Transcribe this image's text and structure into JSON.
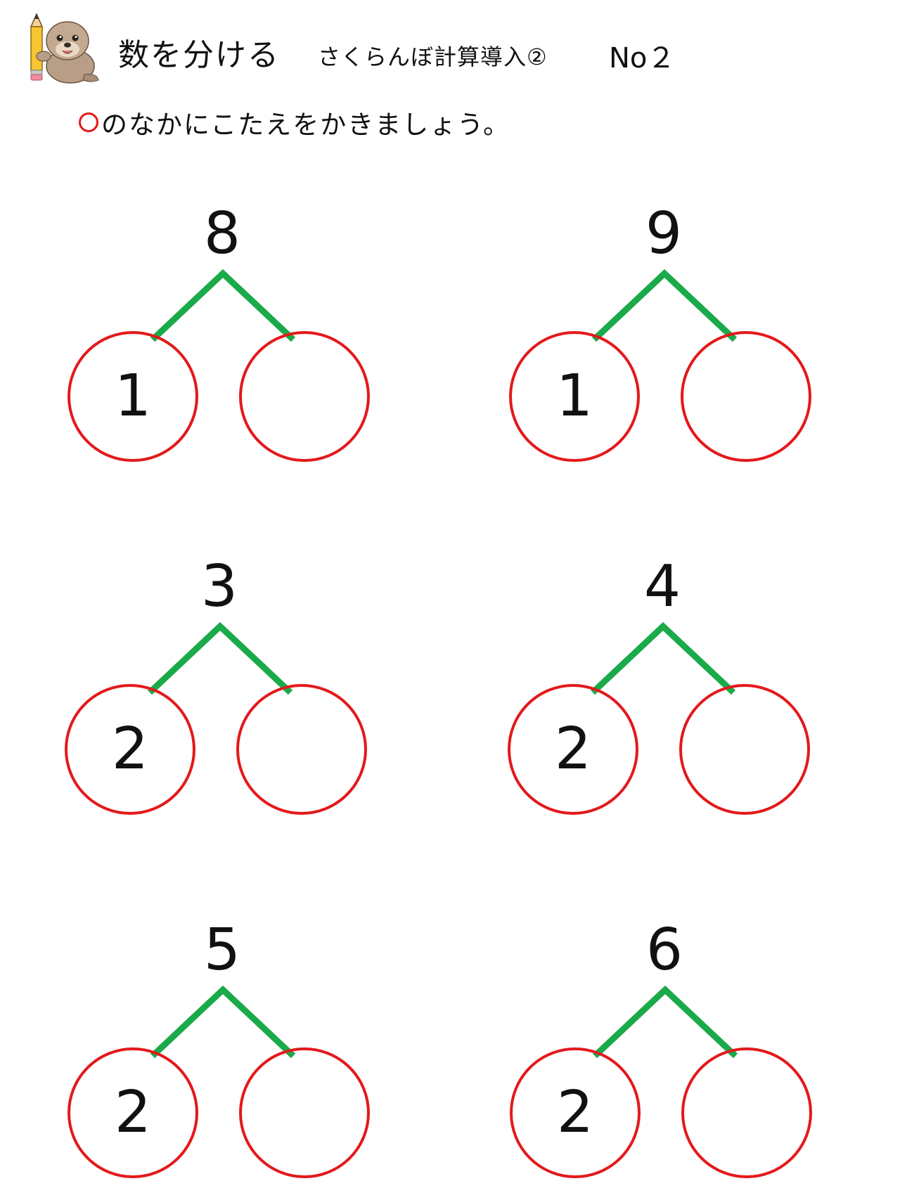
{
  "header": {
    "title": "数を分ける",
    "subtitle": "さくらんぼ計算導入②",
    "page_no": "No２",
    "mascot_icon": "seal-with-pencil-icon"
  },
  "instruction": "のなかにこたえをかきましょう。",
  "colors": {
    "line": "#1aaa4a",
    "circle": "#e3191b",
    "text": "#111111"
  },
  "problems": [
    {
      "total": "8",
      "left": "1",
      "right": ""
    },
    {
      "total": "9",
      "left": "1",
      "right": ""
    },
    {
      "total": "3",
      "left": "2",
      "right": ""
    },
    {
      "total": "4",
      "left": "2",
      "right": ""
    },
    {
      "total": "5",
      "left": "2",
      "right": ""
    },
    {
      "total": "6",
      "left": "2",
      "right": ""
    }
  ]
}
